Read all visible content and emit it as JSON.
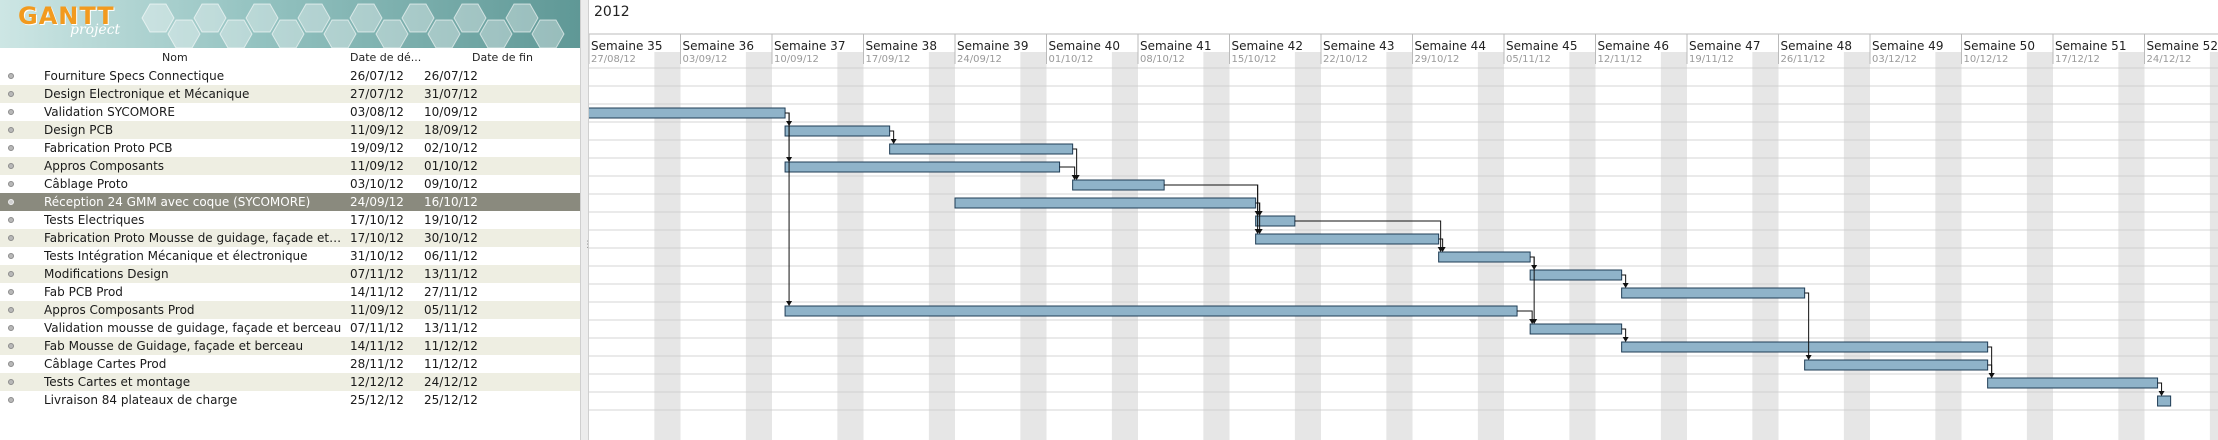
{
  "logo": {
    "brand": "GANTT",
    "sub": "project"
  },
  "table": {
    "headers": {
      "name": "Nom",
      "start": "Date de dé...",
      "end": "Date de fin"
    },
    "rows": [
      {
        "name": "Fourniture Specs Connectique",
        "start": "26/07/12",
        "end": "26/07/12"
      },
      {
        "name": "Design Electronique et Mécanique",
        "start": "27/07/12",
        "end": "31/07/12"
      },
      {
        "name": "Validation SYCOMORE",
        "start": "03/08/12",
        "end": "10/09/12"
      },
      {
        "name": "Design PCB",
        "start": "11/09/12",
        "end": "18/09/12"
      },
      {
        "name": "Fabrication Proto PCB",
        "start": "19/09/12",
        "end": "02/10/12"
      },
      {
        "name": "Appros Composants",
        "start": "11/09/12",
        "end": "01/10/12"
      },
      {
        "name": "Câblage Proto",
        "start": "03/10/12",
        "end": "09/10/12"
      },
      {
        "name": "Réception 24 GMM avec coque (SYCOMORE)",
        "start": "24/09/12",
        "end": "16/10/12"
      },
      {
        "name": "Tests Electriques",
        "start": "17/10/12",
        "end": "19/10/12"
      },
      {
        "name": "Fabrication Proto Mousse de guidage, façade et b...",
        "start": "17/10/12",
        "end": "30/10/12"
      },
      {
        "name": "Tests Intégration Mécanique et électronique",
        "start": "31/10/12",
        "end": "06/11/12"
      },
      {
        "name": "Modifications Design",
        "start": "07/11/12",
        "end": "13/11/12"
      },
      {
        "name": "Fab PCB Prod",
        "start": "14/11/12",
        "end": "27/11/12"
      },
      {
        "name": "Appros Composants Prod",
        "start": "11/09/12",
        "end": "05/11/12"
      },
      {
        "name": "Validation mousse de guidage, façade et berceau",
        "start": "07/11/12",
        "end": "13/11/12"
      },
      {
        "name": "Fab Mousse de Guidage, façade et berceau",
        "start": "14/11/12",
        "end": "11/12/12"
      },
      {
        "name": "Câblage Cartes Prod",
        "start": "28/11/12",
        "end": "11/12/12"
      },
      {
        "name": "Tests Cartes et montage",
        "start": "12/12/12",
        "end": "24/12/12"
      },
      {
        "name": "Livraison 84 plateaux de charge",
        "start": "25/12/12",
        "end": "25/12/12"
      }
    ],
    "selected_index": 7
  },
  "timeline": {
    "year": "2012",
    "weeks": [
      {
        "label": "Semaine 35",
        "date": "27/08/12"
      },
      {
        "label": "Semaine 36",
        "date": "03/09/12"
      },
      {
        "label": "Semaine 37",
        "date": "10/09/12"
      },
      {
        "label": "Semaine 38",
        "date": "17/09/12"
      },
      {
        "label": "Semaine 39",
        "date": "24/09/12"
      },
      {
        "label": "Semaine 40",
        "date": "01/10/12"
      },
      {
        "label": "Semaine 41",
        "date": "08/10/12"
      },
      {
        "label": "Semaine 42",
        "date": "15/10/12"
      },
      {
        "label": "Semaine 43",
        "date": "22/10/12"
      },
      {
        "label": "Semaine 44",
        "date": "29/10/12"
      },
      {
        "label": "Semaine 45",
        "date": "05/11/12"
      },
      {
        "label": "Semaine 46",
        "date": "12/11/12"
      },
      {
        "label": "Semaine 47",
        "date": "19/11/12"
      },
      {
        "label": "Semaine 48",
        "date": "26/11/12"
      },
      {
        "label": "Semaine 49",
        "date": "03/12/12"
      },
      {
        "label": "Semaine 50",
        "date": "10/12/12"
      },
      {
        "label": "Semaine 51",
        "date": "17/12/12"
      },
      {
        "label": "Semaine 52",
        "date": "24/12/12"
      }
    ],
    "dependencies": [
      [
        2,
        3
      ],
      [
        2,
        5
      ],
      [
        2,
        13
      ],
      [
        3,
        4
      ],
      [
        4,
        6
      ],
      [
        5,
        6
      ],
      [
        6,
        8
      ],
      [
        6,
        9
      ],
      [
        7,
        8
      ],
      [
        7,
        9
      ],
      [
        8,
        10
      ],
      [
        9,
        10
      ],
      [
        10,
        11
      ],
      [
        10,
        14
      ],
      [
        11,
        12
      ],
      [
        12,
        16
      ],
      [
        13,
        14
      ],
      [
        14,
        15
      ],
      [
        15,
        17
      ],
      [
        16,
        17
      ],
      [
        17,
        18
      ]
    ]
  },
  "colors": {
    "bar_fill": "#8fb3c9",
    "bar_stroke": "#1f3c55",
    "weekend": "#e6e6e6",
    "selected_row": "#8a8a7e",
    "alt_row": "#eeeee2",
    "logo_text": "#f29a1e"
  }
}
